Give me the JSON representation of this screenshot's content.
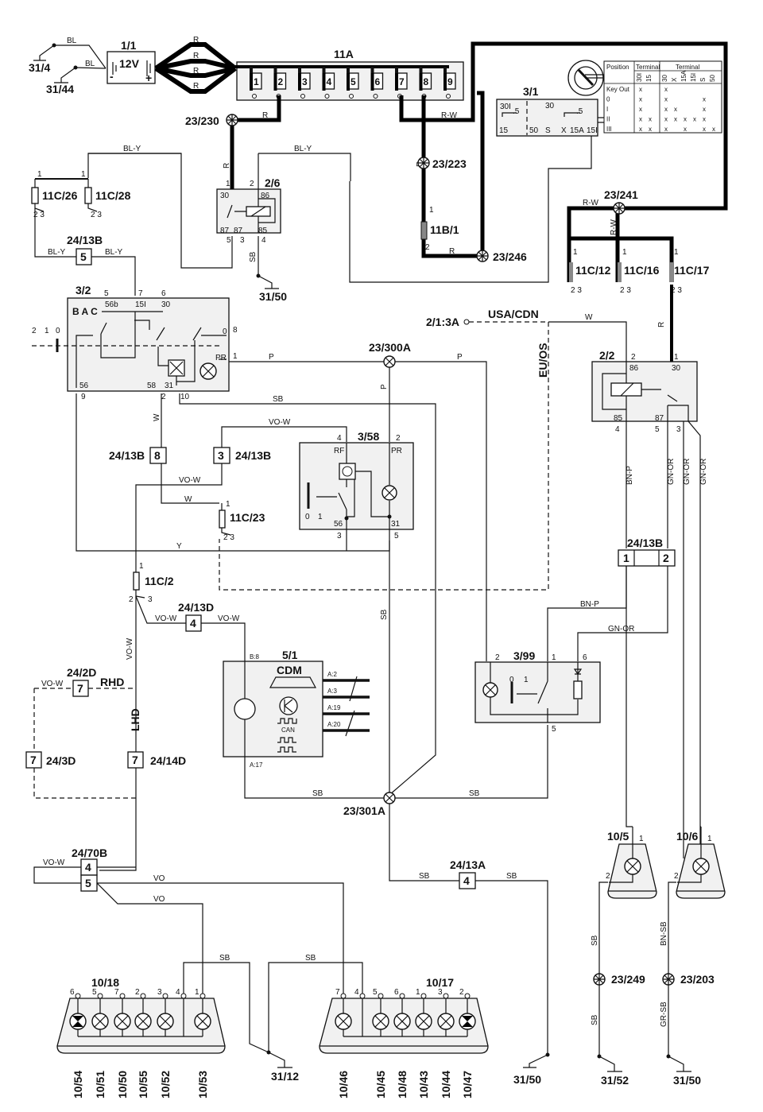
{
  "diagram": {
    "title": "Lighting wiring diagram",
    "battery": {
      "id": "1/1",
      "voltage": "12V",
      "minus": "-",
      "plus": "+"
    },
    "grounds": [
      "31/4",
      "31/44",
      "31/50",
      "31/12",
      "31/50",
      "31/52",
      "31/50"
    ],
    "fuse_box": {
      "id": "11A",
      "fuses": [
        "1",
        "2",
        "3",
        "4",
        "5",
        "6",
        "7",
        "8",
        "9"
      ]
    },
    "splices": [
      "23/230",
      "23/223",
      "23/246",
      "23/241",
      "23/300A",
      "23/301A",
      "23/249",
      "23/203"
    ],
    "ignition_switch": {
      "id": "3/1",
      "terminals_top": [
        "30I",
        "30"
      ],
      "terminals_bottom": [
        "15",
        "50",
        "S",
        "X",
        "15A",
        "15I"
      ],
      "marks": [
        ".5",
        ".5"
      ],
      "table": {
        "header_position": "Position",
        "header_terminal_1": "Terminal",
        "header_terminal_2": "Terminal",
        "cols_1": [
          "30I",
          "15"
        ],
        "cols_2": [
          "30",
          "X",
          "15A",
          "15I",
          "S",
          "50"
        ],
        "rows": [
          {
            "pos": "Key Out",
            "c1": [
              "x",
              ""
            ],
            "c2": [
              "x",
              "",
              "",
              "",
              "",
              ""
            ]
          },
          {
            "pos": "0",
            "c1": [
              "x",
              ""
            ],
            "c2": [
              "x",
              "",
              "",
              "",
              "x",
              ""
            ]
          },
          {
            "pos": "I",
            "c1": [
              "x",
              ""
            ],
            "c2": [
              "x",
              "x",
              "",
              "",
              "x",
              ""
            ]
          },
          {
            "pos": "II",
            "c1": [
              "x",
              "x"
            ],
            "c2": [
              "x",
              "x",
              "x",
              "x",
              "x",
              ""
            ]
          },
          {
            "pos": "III",
            "c1": [
              "x",
              "x"
            ],
            "c2": [
              "x",
              "",
              "x",
              "",
              "x",
              "x"
            ]
          }
        ]
      }
    },
    "fuses": [
      "11C/26",
      "11C/28",
      "11B/1",
      "11C/12",
      "11C/16",
      "11C/17",
      "11C/23",
      "11C/2"
    ],
    "connectors": {
      "c1": {
        "id": "24/13B",
        "pin": "5"
      },
      "c2": {
        "id": "24/13B",
        "pin": "8"
      },
      "c3": {
        "id": "24/13B",
        "pin": "3"
      },
      "c4": {
        "id": "24/13B",
        "pins": [
          "1",
          "2"
        ]
      },
      "c5": {
        "id": "24/13D",
        "pin": "4"
      },
      "c6": {
        "id": "24/2D",
        "pin": "7"
      },
      "c7": {
        "id": "24/3D",
        "pin": "7"
      },
      "c8": {
        "id": "24/14D",
        "pin": "7"
      },
      "c9": {
        "id": "24/70B",
        "pins": [
          "4",
          "5"
        ]
      },
      "c10": {
        "id": "24/13A",
        "pin": "4"
      }
    },
    "relay_2_6": {
      "id": "2/6",
      "pins": [
        "1",
        "2",
        "5",
        "3",
        "4"
      ],
      "terms": [
        "30",
        "86",
        "87",
        "87",
        "85"
      ]
    },
    "relay_2_2": {
      "id": "2/2",
      "pins": [
        "2",
        "1",
        "4",
        "5",
        "3"
      ],
      "terms": [
        "86",
        "30",
        "85",
        "87"
      ]
    },
    "light_switch": {
      "id": "3/2",
      "pins_top": [
        "5",
        "7",
        "6"
      ],
      "terms_top": [
        "56b",
        "15I",
        "30"
      ],
      "bac": "B A C",
      "pos": [
        "2",
        "1",
        "0"
      ],
      "pins_right": [
        "0",
        "8",
        "1"
      ],
      "pr": "PR",
      "pins_bottom": [
        "9",
        "2",
        "10"
      ],
      "terms_bottom": [
        "56",
        "58",
        "31"
      ]
    },
    "switch_3_58": {
      "id": "3/58",
      "pins": [
        "4",
        "2",
        "3",
        "5"
      ],
      "terms": [
        "RF",
        "PR",
        "56",
        "31"
      ],
      "pos": [
        "0",
        "1"
      ]
    },
    "switch_3_99": {
      "id": "3/99",
      "pins": [
        "2",
        "1",
        "6",
        "5"
      ],
      "pos": [
        "0",
        "1"
      ]
    },
    "cdm": {
      "id": "5/1",
      "name": "CDM",
      "can": "CAN",
      "pins": [
        "B:8",
        "A:2",
        "A:3",
        "A:19",
        "A:20",
        "A:17"
      ]
    },
    "tail_left": {
      "id": "10/18",
      "pins": [
        "6",
        "5",
        "7",
        "2",
        "3",
        "4",
        "1"
      ],
      "bulbs": [
        "10/54",
        "10/51",
        "10/50",
        "10/55",
        "10/52",
        "10/53"
      ]
    },
    "tail_right": {
      "id": "10/17",
      "pins": [
        "7",
        "4",
        "5",
        "6",
        "1",
        "3",
        "2"
      ],
      "bulbs": [
        "10/46",
        "10/45",
        "10/48",
        "10/43",
        "10/44",
        "10/47"
      ]
    },
    "fog_lamps": [
      {
        "id": "10/5",
        "pins": [
          "1",
          "2"
        ]
      },
      {
        "id": "10/6",
        "pins": [
          "1",
          "2"
        ]
      }
    ],
    "wire_colors": {
      "bl": "BL",
      "r": "R",
      "rw": "R-W",
      "bly": "BL-Y",
      "sb": "SB",
      "p": "P",
      "w": "W",
      "vow": "VO-W",
      "y": "Y",
      "bnp": "BN-P",
      "gnor": "GN-OR",
      "vo": "VO",
      "bnsb": "BN-SB",
      "grsb": "GR-SB"
    },
    "markets": {
      "usa": "USA/CDN",
      "eu": "EU/OS",
      "ref": "2/1:3A",
      "rhd": "RHD",
      "lhd": "LHD"
    }
  }
}
